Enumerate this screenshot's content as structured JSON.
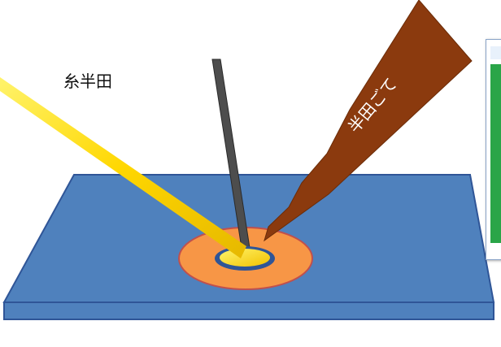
{
  "labels": {
    "solder_wire": "糸半田",
    "soldering_iron": "半田ごて"
  },
  "colors": {
    "board": "#4f81bd",
    "board_edge": "#2f5597",
    "pad": "#f79646",
    "pad_edge": "#c0504d",
    "hole_ring": "#2f5597",
    "solder": "#ffd700",
    "lead": "#4d4d4d",
    "iron": "#8b3a0e"
  },
  "icons": {
    "side_panel": "window-fragment"
  }
}
